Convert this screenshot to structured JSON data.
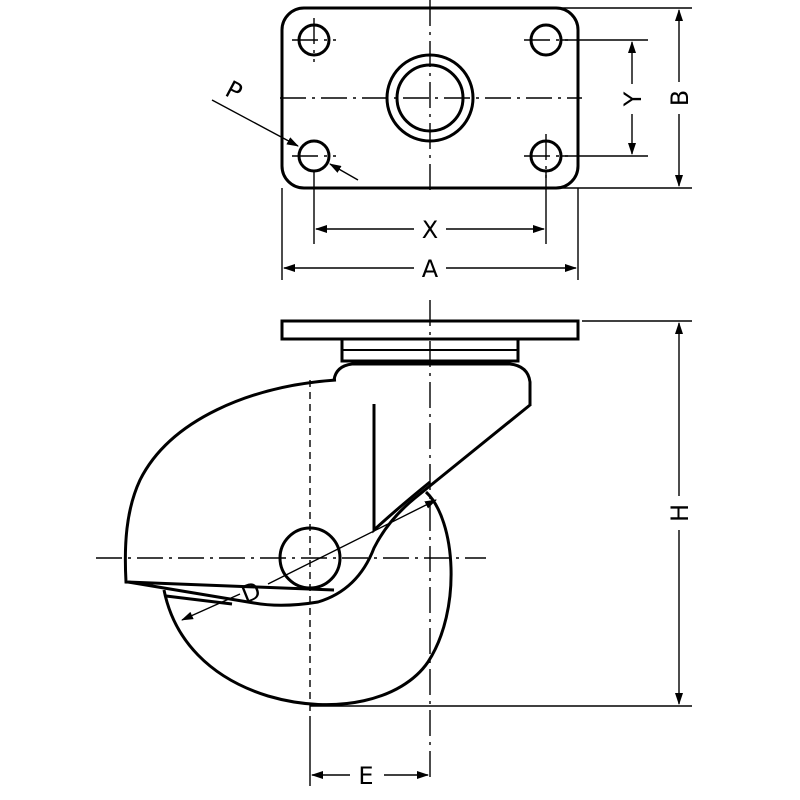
{
  "labels": {
    "p": "P",
    "y": "Y",
    "b": "B",
    "x": "X",
    "a": "A",
    "h": "H",
    "d": "D",
    "e": "E"
  },
  "colors": {
    "line": "#000000",
    "background": "#ffffff"
  }
}
